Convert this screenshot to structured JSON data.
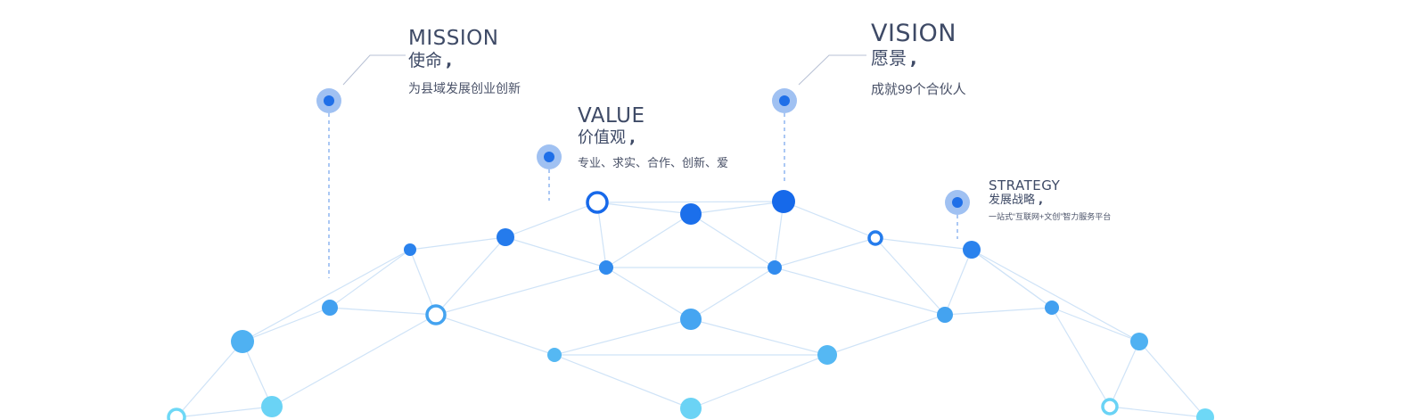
{
  "mission": {
    "title_en": "MISSION",
    "title_cn": "使命",
    "comma": ",",
    "description": "为县域发展创业创新"
  },
  "vision": {
    "title_en": "VISION",
    "title_cn": "愿景",
    "comma": ",",
    "description": "成就99个合伙人"
  },
  "value": {
    "title_en": "VALUE",
    "title_cn": "价值观",
    "comma": ",",
    "description": "专业、求实、合作、创新、爱"
  },
  "strategy": {
    "title_en": "STRATEGY",
    "title_cn": "发展战略",
    "comma": ",",
    "description": "一站式“互联网+文创”智力服务平台"
  },
  "colors": {
    "text": "#3e4a66",
    "accent_blue": "#1f6fe8",
    "light_blue": "#5cc6f4",
    "line": "#cfe3f7",
    "pin_halo": "#8fb6f0"
  },
  "icon_names": [
    "map-pin-icon",
    "network-node-icon"
  ]
}
